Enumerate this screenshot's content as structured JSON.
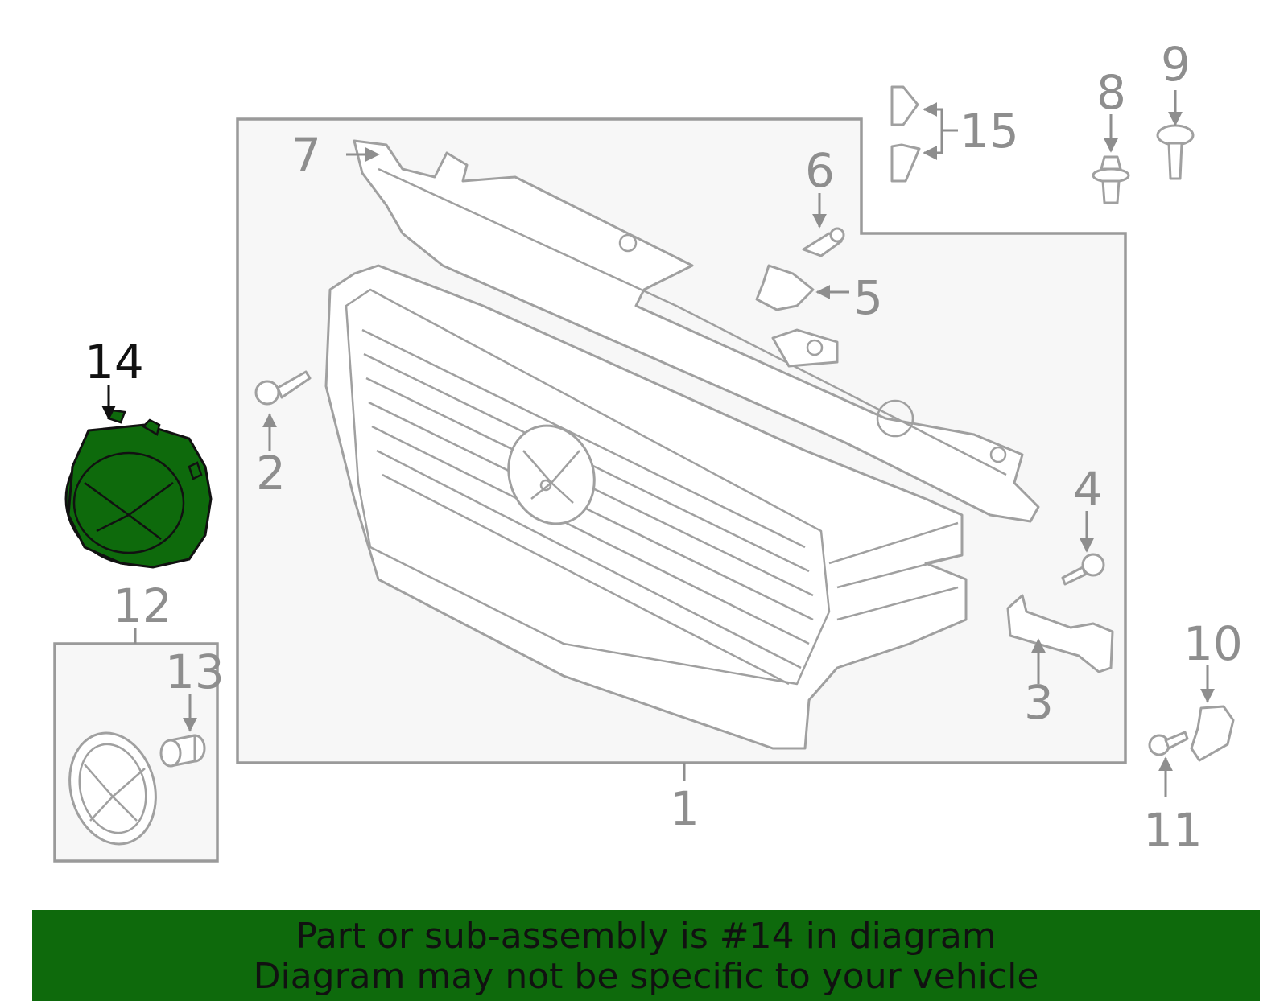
{
  "highlight_color": "#0e6a0c",
  "callouts": {
    "c1": "1",
    "c2": "2",
    "c3": "3",
    "c4": "4",
    "c5": "5",
    "c6": "6",
    "c7": "7",
    "c8": "8",
    "c9": "9",
    "c10": "10",
    "c11": "11",
    "c12": "12",
    "c13": "13",
    "c14": "14",
    "c15": "15"
  },
  "banner": {
    "line1": "Part or sub-assembly is #14 in diagram",
    "line2": "Diagram may not be specific to your vehicle"
  }
}
